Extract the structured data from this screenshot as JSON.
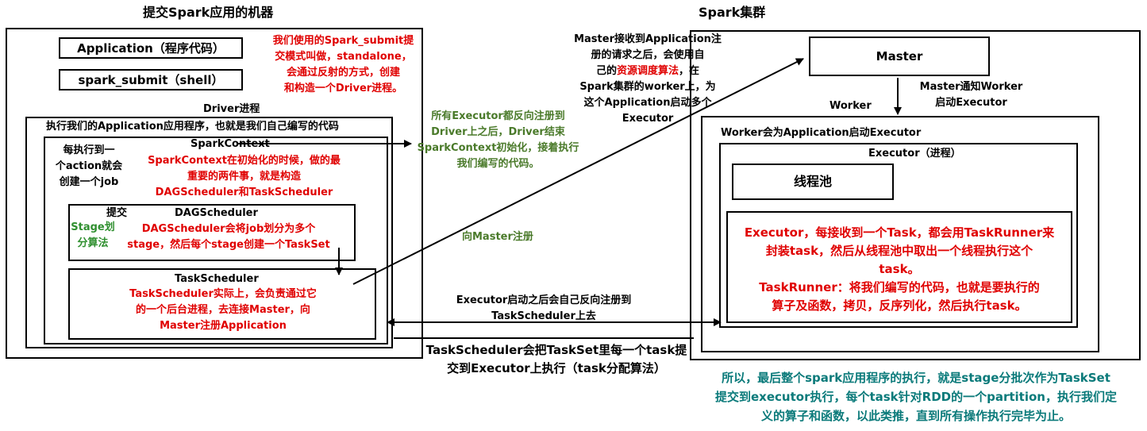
{
  "left_title": "提交Spark应用的机器",
  "right_title": "Spark集群",
  "application_box": "Application（程序代码）",
  "spark_submit_box": "spark_submit（shell）",
  "submit_note": [
    "我们使用的Spark_submit提",
    "交模式叫做，standalone，",
    "会通过反射的方式，创建",
    "和构造一个Driver进程。"
  ],
  "driver_label": "Driver进程",
  "driver_exec_label": "执行我们的Application应用程序，也就是我们自己编写的代码",
  "job_note": [
    "每执行到一",
    "个action就会",
    "创建一个job"
  ],
  "sparkcontext_label": "SparkContext",
  "sparkcontext_note": [
    "SparkContext在初始化的时候，做的最",
    "重要的两件事，就是构造",
    "DAGScheduler和TaskScheduler"
  ],
  "submit_word": "提交",
  "stage_algo": [
    "Stage划",
    "分算法"
  ],
  "dag_label": "DAGScheduler",
  "dag_note": [
    "DAGScheduler会将job划分为多个",
    "stage，然后每个stage创建一个TaskSet"
  ],
  "taskscheduler_label": "TaskScheduler",
  "taskscheduler_note": [
    "TaskScheduler实际上，会负责通过它",
    "的一个后台进程，去连接Master，向",
    "Master注册Application"
  ],
  "executor_registered_note": [
    "所有Executor都反向注册到",
    "Driver上之后，Driver结束",
    "SparkContext初始化，接着执行",
    "我们编写的代码。"
  ],
  "register_master": "向Master注册",
  "master_note_lines": [
    {
      "parts": [
        {
          "text": "Master接收到Application注",
          "color": "#000000"
        }
      ]
    },
    {
      "parts": [
        {
          "text": "册的请求之后，会使用自",
          "color": "#000000"
        }
      ]
    },
    {
      "parts": [
        {
          "text": "己的",
          "color": "#000000"
        },
        {
          "text": "资源调度算法",
          "color": "#e00000"
        },
        {
          "text": "，在",
          "color": "#000000"
        }
      ]
    },
    {
      "parts": [
        {
          "text": "Spark集群的worker上，为",
          "color": "#000000"
        }
      ]
    },
    {
      "parts": [
        {
          "text": "这个Application启动多个",
          "color": "#000000"
        }
      ]
    },
    {
      "parts": [
        {
          "text": "Executor",
          "color": "#000000"
        }
      ]
    }
  ],
  "master_label": "Master",
  "master_notify": [
    "Master通知Worker",
    "启动Executor"
  ],
  "worker_label": "Worker",
  "worker_inner_label": "Worker会为Application启动Executor",
  "executor_label": "Executor（进程）",
  "threadpool_label": "线程池",
  "executor_note": [
    "Executor，每接收到一个Task，都会用TaskRunner来",
    "封装task，然后从线程池中取出一个线程执行这个",
    "task。",
    "TaskRunner：将我们编写的代码，也就是要执行的",
    "算子及函数，拷贝，反序列化，然后执行task。"
  ],
  "executor_register_back": [
    "Executor启动之后会自己反向注册到",
    "TaskScheduler上去"
  ],
  "taskset_note": [
    "TaskScheduler会把TaskSet里每一个task提",
    "交到Executor上执行（task分配算法）"
  ],
  "summary": [
    "所以，最后整个spark应用程序的执行，就是stage分批次作为TaskSet",
    "提交到executor执行，每个task针对RDD的一个partition，执行我们定",
    "义的算子和函数，以此类推，直到所有操作执行完毕为止。"
  ],
  "colors": {
    "red": "#e00000",
    "green": "#2f8f2f",
    "olive": "#4a7a2a",
    "teal": "#0a7a7a",
    "black": "#000000"
  }
}
